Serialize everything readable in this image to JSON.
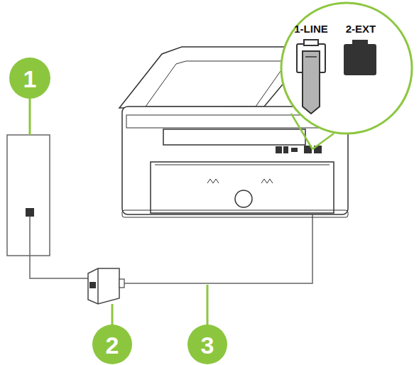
{
  "diagram": {
    "labels": [
      "1",
      "2",
      "3",
      "1-LINE",
      "2-EXT"
    ]
  }
}
